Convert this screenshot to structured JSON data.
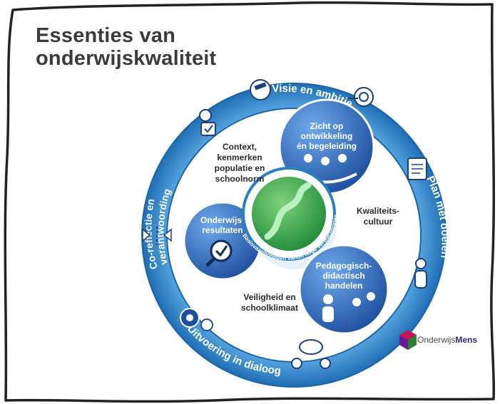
{
  "title": {
    "line1": "Essenties van",
    "line2": "onderwijskwaliteit"
  },
  "ring": {
    "top": "Visie en ambitie",
    "right": "Plan met doelen",
    "bottom": "Uitvoering in dialoog",
    "left_line1": "Co-reflectie en",
    "left_line2": "verantwoording"
  },
  "center": {
    "ring_text": "Basisvaardigheden vanuit hoge verwachtingen"
  },
  "bubbles": {
    "top": {
      "line1": "Zicht op",
      "line2": "ontwikkeling",
      "line3": "én begeleiding"
    },
    "left": {
      "line1": "Onderwijs-",
      "line2": "resultaten"
    },
    "bottom": {
      "line1": "Pedagogisch-",
      "line2": "didactisch",
      "line3": "handelen"
    }
  },
  "inner_labels": {
    "context": {
      "line1": "Context,",
      "line2": "kenmerken",
      "line3": "populatie en",
      "line4": "schoolnorm"
    },
    "cultuur": {
      "line1": "Kwaliteits-",
      "line2": "cultuur"
    },
    "veiligheid": {
      "line1": "Veiligheid en",
      "line2": "schoolklimaat"
    }
  },
  "brand": {
    "prefix": "Onderwijs",
    "suffix": "Mens"
  },
  "colors": {
    "ring_dark": "#1e6fb5",
    "ring_light": "#6fb6e6",
    "bubble": "#2f67b8",
    "center_green": "#3aa64a",
    "text_dark": "#3b3b3b"
  }
}
